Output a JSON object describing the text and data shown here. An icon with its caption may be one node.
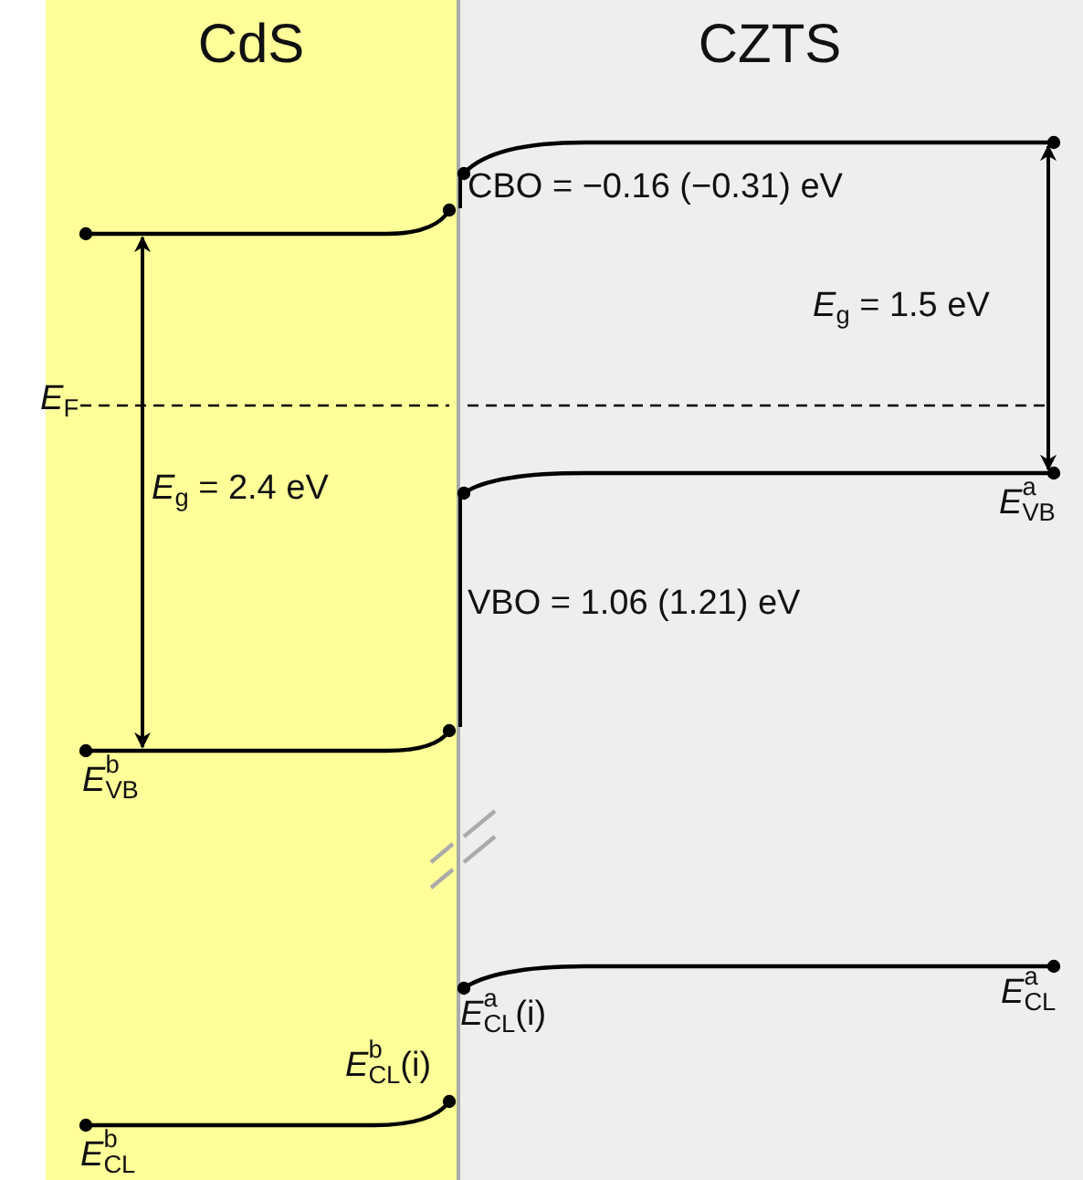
{
  "diagram": {
    "nodes": [
      {
        "text": [
          "CdS"
        ]
      },
      {
        "text": [
          "CZTS"
        ]
      }
    ],
    "labels": [
      "CBO = −0.16 (−0.31) eV",
      "*E*$_{g}$ = 1.5 eV",
      "*E*$_{F}$",
      "*E*$_{g}$ = 2.4 eV",
      "*E*$^{a}$$_{VB}$",
      "VBO = 1.06 (1.21) eV",
      "*E*$^{b}$$_{VB}$",
      "*E*$^{a}$$_{CL}$(i)",
      "*E*$^{a}$$_{CL}$",
      "*E*$^{b}$$_{CL}$(i)",
      "*E*$^{b}$$_{CL}$"
    ]
  }
}
